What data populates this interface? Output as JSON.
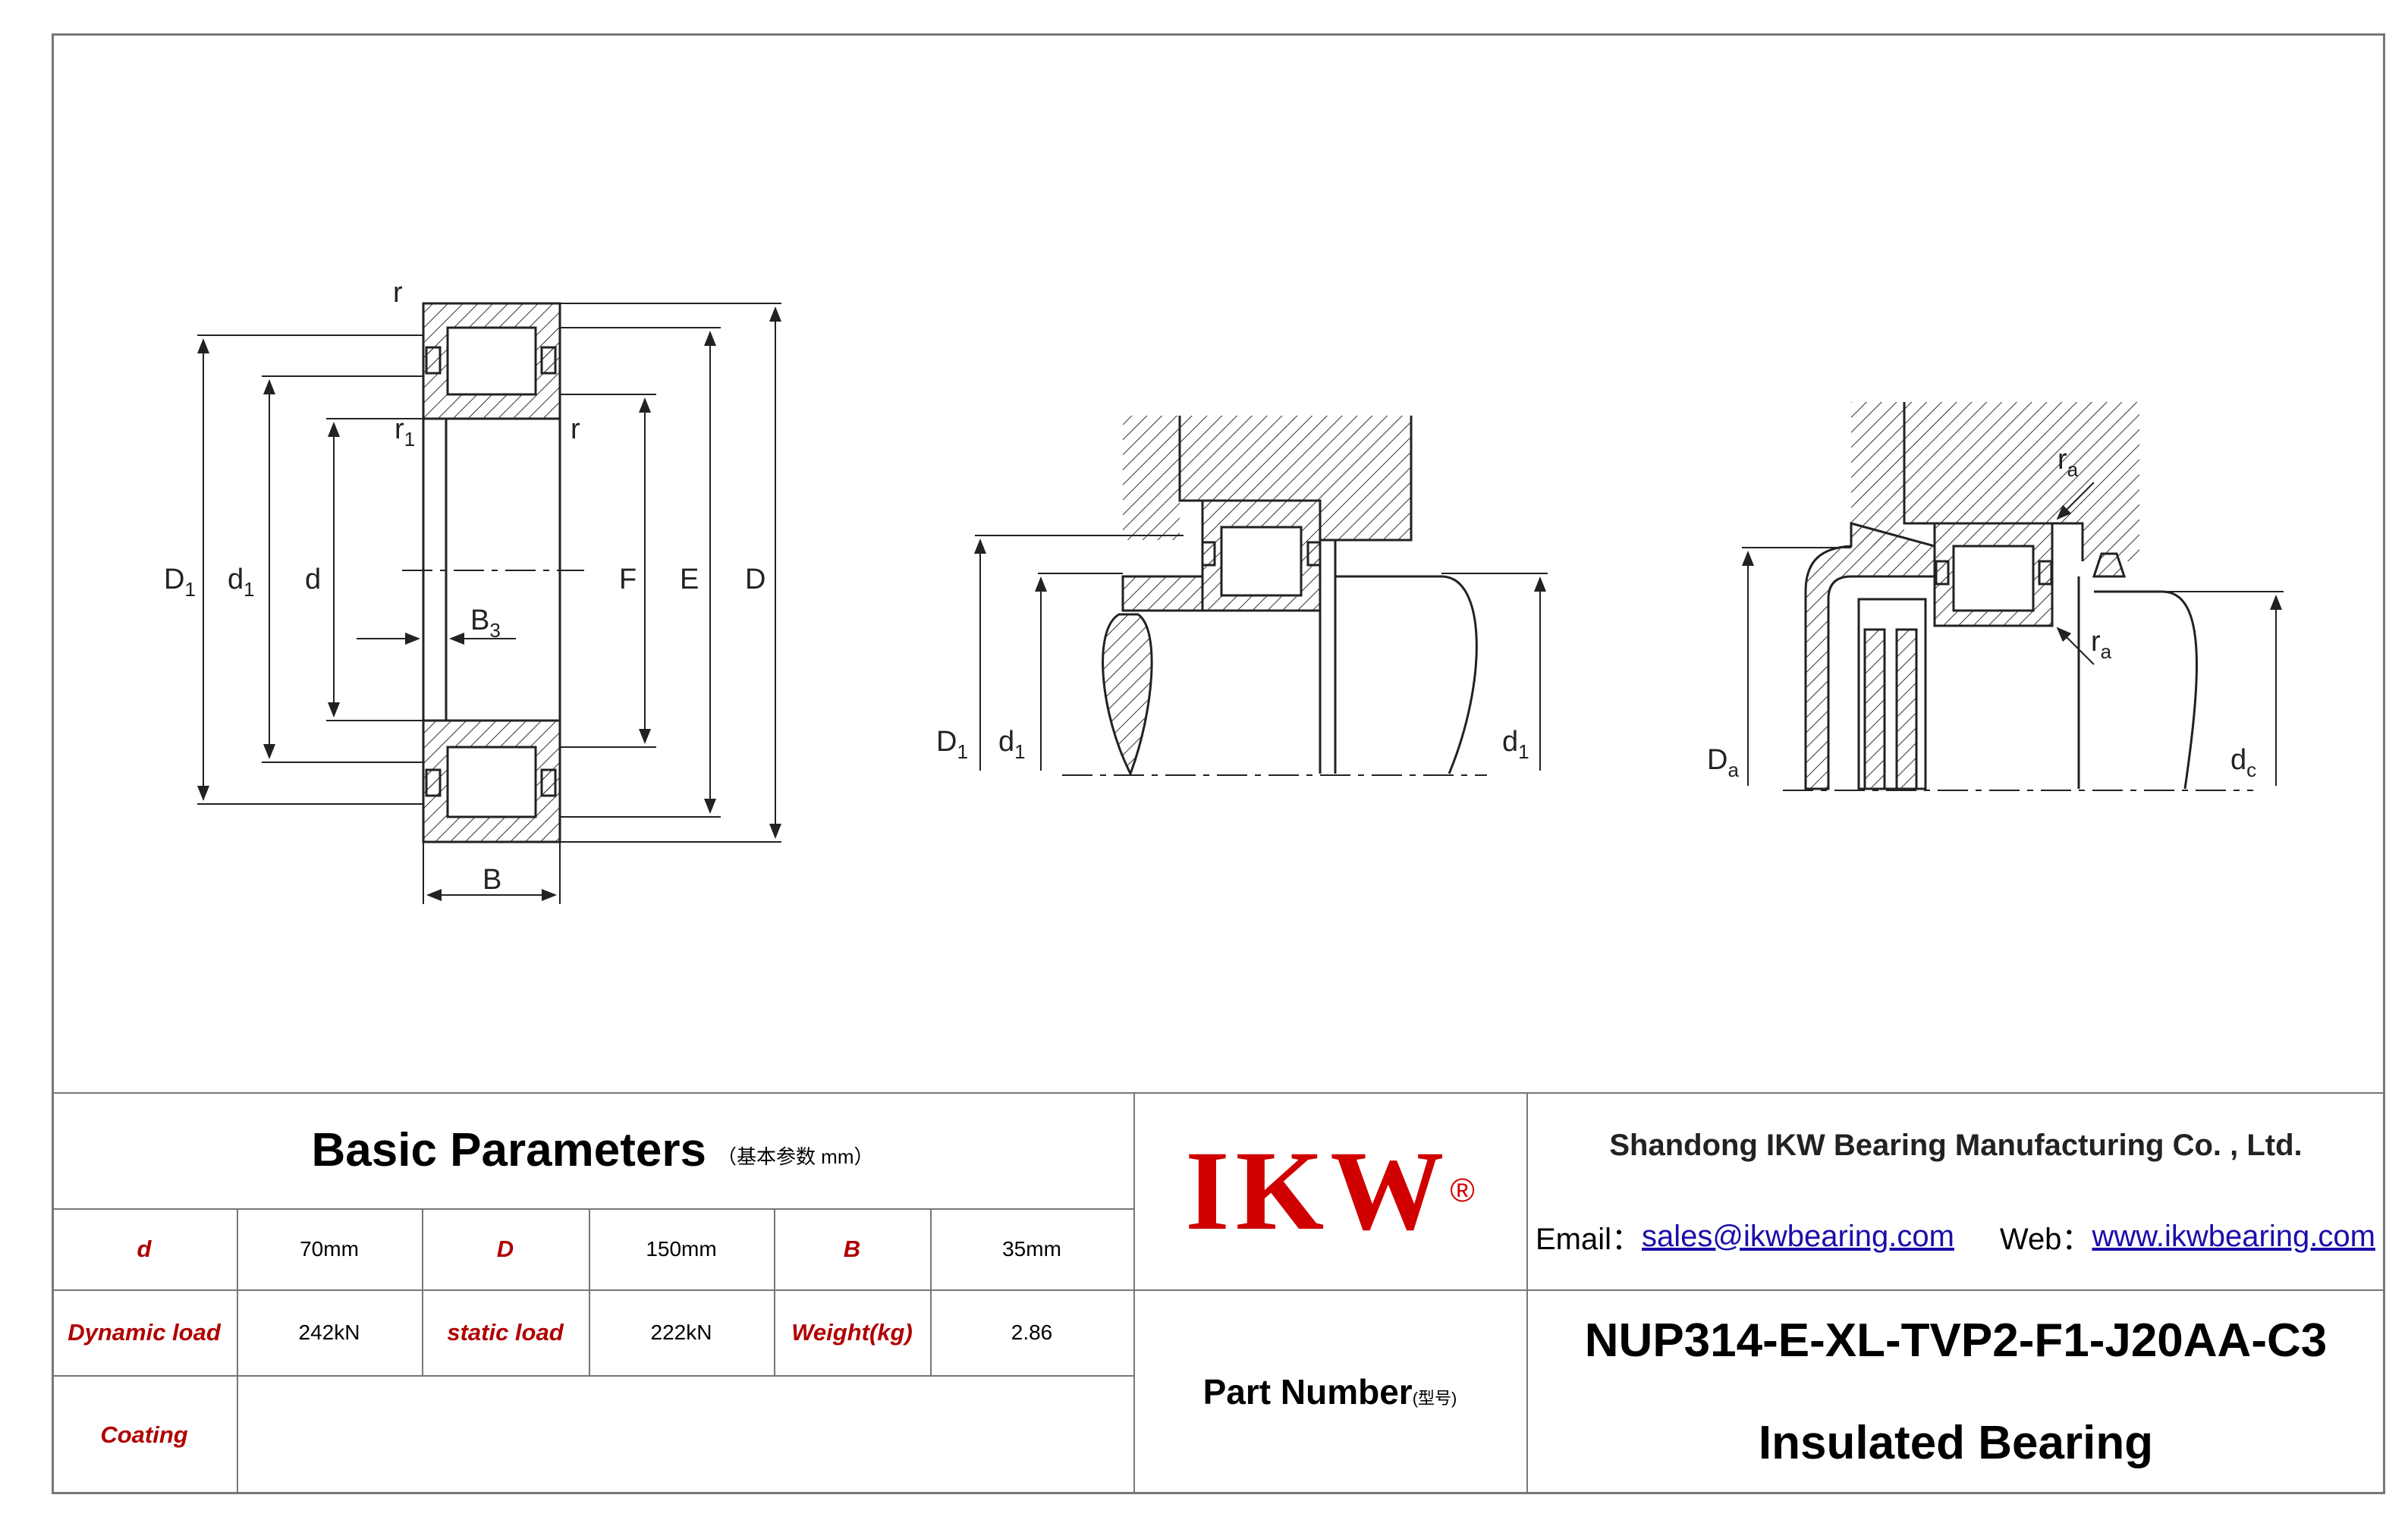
{
  "drawing": {
    "labels": {
      "r": "r",
      "r1": "r",
      "r1_sub": "1",
      "D1": "D",
      "D1_sub": "1",
      "d1": "d",
      "d1_sub": "1",
      "d": "d",
      "F": "F",
      "E": "E",
      "D": "D",
      "B3": "B",
      "B3_sub": "3",
      "B": "B",
      "ra": "r",
      "ra_sub": "a",
      "Da": "D",
      "Da_sub": "a",
      "dc": "d",
      "dc_sub": "c"
    }
  },
  "table": {
    "title": "Basic Parameters",
    "title_sub": "（基本参数 mm）",
    "params": [
      {
        "label": "d",
        "value": "70mm"
      },
      {
        "label": "D",
        "value": "150mm"
      },
      {
        "label": "B",
        "value": "35mm"
      },
      {
        "label": "Dynamic load",
        "value": "242kN"
      },
      {
        "label": "static load",
        "value": "222kN"
      },
      {
        "label": "Weight(kg)",
        "value": "2.86"
      },
      {
        "label": "Coating",
        "value": ""
      }
    ],
    "logo": "IKW",
    "logo_mark": "®",
    "company": "Shandong IKW Bearing Manufacturing Co. , Ltd.",
    "email_label": "Email：",
    "email": "sales@ikwbearing.com",
    "web_label": "Web：",
    "web": "www.ikwbearing.com",
    "part_number_label": "Part Number",
    "part_number_sub": "(型号)",
    "part_number": "NUP314-E-XL-TVP2-F1-J20AA-C3",
    "product_type": "Insulated Bearing"
  },
  "colors": {
    "border": "#777777",
    "label_red": "#b00000",
    "logo_red": "#d00000",
    "link_blue": "#1a0dab"
  }
}
